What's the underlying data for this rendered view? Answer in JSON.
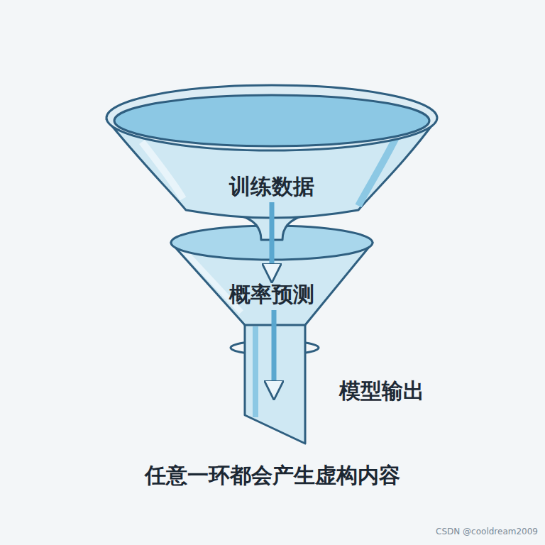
{
  "diagram": {
    "caption": "任意一环都会产生虚构内容",
    "nodes": [
      {
        "text": [
          "训练数据"
        ]
      },
      {
        "text": [
          "概率预测"
        ]
      },
      {
        "text": [
          "模型输出"
        ]
      }
    ],
    "edges": [
      {
        "from": 0,
        "to": 1,
        "arrow": "to"
      },
      {
        "from": 1,
        "to": 2,
        "arrow": "to"
      }
    ],
    "labels": [
      "CSDN @cooldream2009"
    ]
  }
}
